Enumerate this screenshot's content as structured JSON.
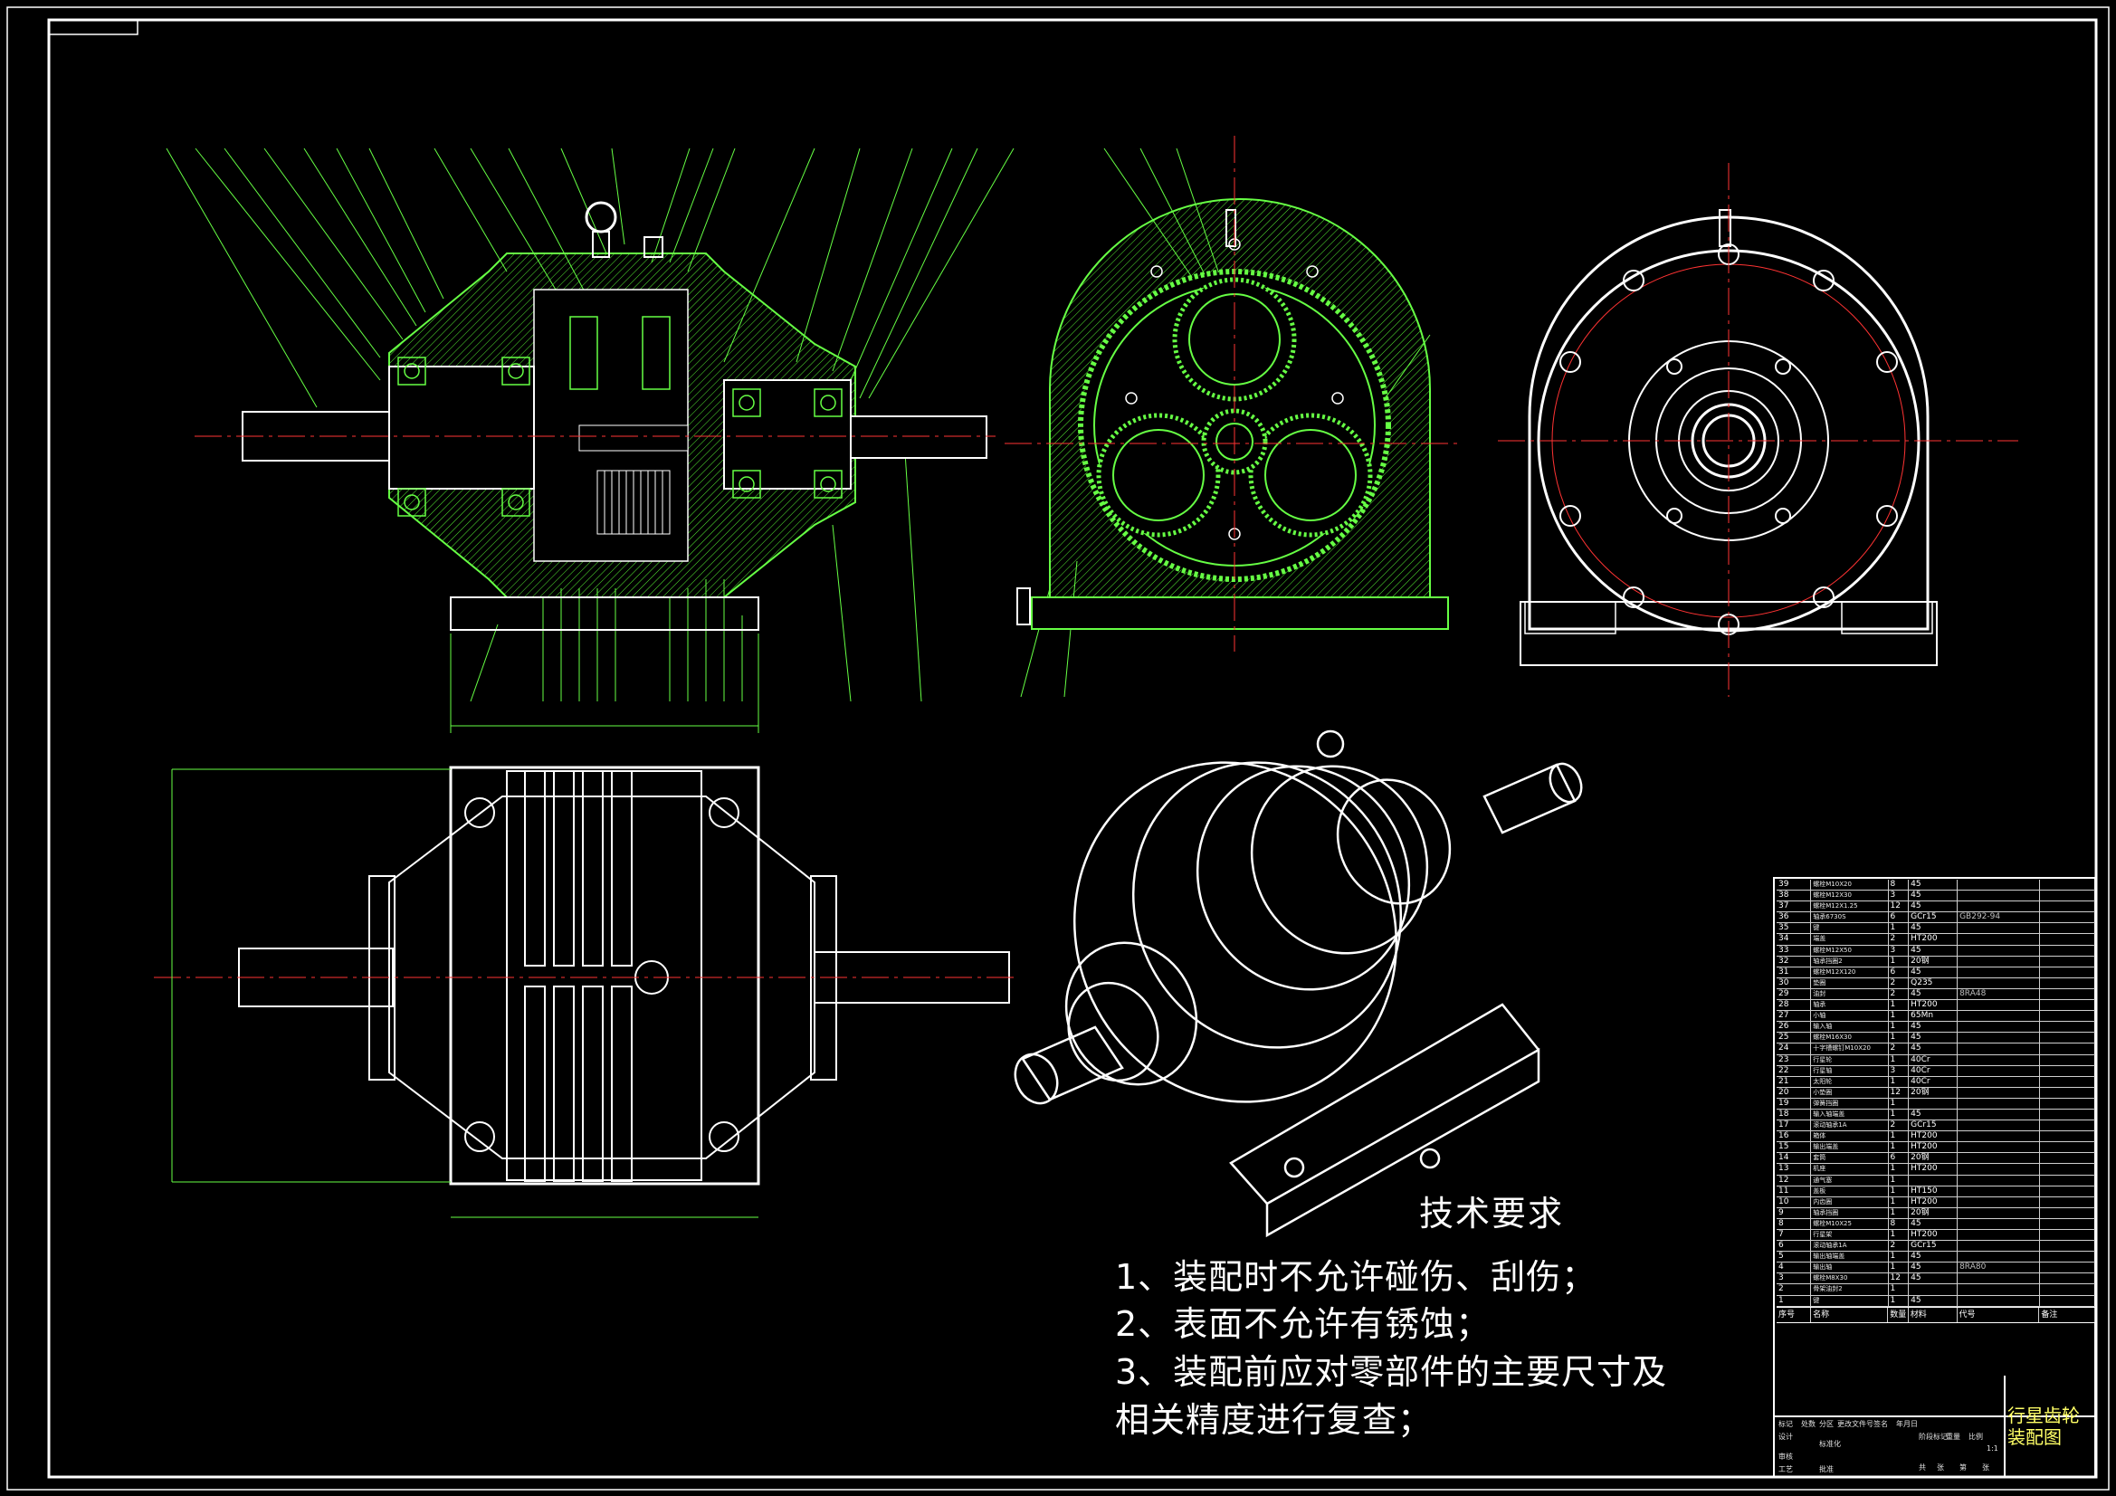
{
  "tech_requirements": {
    "title": "技术要求",
    "lines": [
      "1、装配时不允许碰伤、刮伤；",
      "2、表面不允许有锈蚀；",
      "3、装配前应对零部件的主要尺寸及",
      "相关精度进行复查；"
    ]
  },
  "bom": {
    "rows": [
      {
        "no": "39",
        "name": "螺栓M10X20",
        "qty": "8",
        "mat": "45",
        "code": ""
      },
      {
        "no": "38",
        "name": "螺栓M12X30",
        "qty": "3",
        "mat": "45",
        "code": ""
      },
      {
        "no": "37",
        "name": "螺栓M12X1.25",
        "qty": "12",
        "mat": "45",
        "code": ""
      },
      {
        "no": "36",
        "name": "轴承6730S",
        "qty": "6",
        "mat": "GCr15",
        "code": "GB292-94"
      },
      {
        "no": "35",
        "name": "键",
        "qty": "1",
        "mat": "45",
        "code": ""
      },
      {
        "no": "34",
        "name": "端盖",
        "qty": "2",
        "mat": "HT200",
        "code": ""
      },
      {
        "no": "33",
        "name": "螺栓M12X50",
        "qty": "3",
        "mat": "45",
        "code": ""
      },
      {
        "no": "32",
        "name": "轴承挡圈2",
        "qty": "1",
        "mat": "20钢",
        "code": ""
      },
      {
        "no": "31",
        "name": "螺栓M12X120",
        "qty": "6",
        "mat": "45",
        "code": ""
      },
      {
        "no": "30",
        "name": "垫圈",
        "qty": "2",
        "mat": "Q235",
        "code": ""
      },
      {
        "no": "29",
        "name": "油封",
        "qty": "2",
        "mat": "45",
        "code": "8RA48"
      },
      {
        "no": "28",
        "name": "轴承",
        "qty": "1",
        "mat": "HT200",
        "code": ""
      },
      {
        "no": "27",
        "name": "小轴",
        "qty": "1",
        "mat": "65Mn",
        "code": ""
      },
      {
        "no": "26",
        "name": "输入轴",
        "qty": "1",
        "mat": "45",
        "code": ""
      },
      {
        "no": "25",
        "name": "螺栓M16X30",
        "qty": "1",
        "mat": "45",
        "code": ""
      },
      {
        "no": "24",
        "name": "十字槽螺钉M10X20",
        "qty": "2",
        "mat": "45",
        "code": ""
      },
      {
        "no": "23",
        "name": "行星轮",
        "qty": "1",
        "mat": "40Cr",
        "code": ""
      },
      {
        "no": "22",
        "name": "行星轴",
        "qty": "3",
        "mat": "40Cr",
        "code": ""
      },
      {
        "no": "21",
        "name": "太阳轮",
        "qty": "1",
        "mat": "40Cr",
        "code": ""
      },
      {
        "no": "20",
        "name": "小垫圈",
        "qty": "12",
        "mat": "20钢",
        "code": ""
      },
      {
        "no": "19",
        "name": "弹簧挡圈",
        "qty": "1",
        "mat": "",
        "code": ""
      },
      {
        "no": "18",
        "name": "输入轴端盖",
        "qty": "1",
        "mat": "45",
        "code": ""
      },
      {
        "no": "17",
        "name": "滚动轴承1A",
        "qty": "2",
        "mat": "GCr15",
        "code": ""
      },
      {
        "no": "16",
        "name": "箱体",
        "qty": "1",
        "mat": "HT200",
        "code": ""
      },
      {
        "no": "15",
        "name": "输出端盖",
        "qty": "1",
        "mat": "HT200",
        "code": ""
      },
      {
        "no": "14",
        "name": "套筒",
        "qty": "6",
        "mat": "20钢",
        "code": ""
      },
      {
        "no": "13",
        "name": "机座",
        "qty": "1",
        "mat": "HT200",
        "code": ""
      },
      {
        "no": "12",
        "name": "通气塞",
        "qty": "1",
        "mat": "",
        "code": ""
      },
      {
        "no": "11",
        "name": "盖板",
        "qty": "1",
        "mat": "HT150",
        "code": ""
      },
      {
        "no": "10",
        "name": "内齿圈",
        "qty": "1",
        "mat": "HT200",
        "code": ""
      },
      {
        "no": "9",
        "name": "轴承挡圈",
        "qty": "1",
        "mat": "20钢",
        "code": ""
      },
      {
        "no": "8",
        "name": "螺栓M10X25",
        "qty": "8",
        "mat": "45",
        "code": ""
      },
      {
        "no": "7",
        "name": "行星架",
        "qty": "1",
        "mat": "HT200",
        "code": ""
      },
      {
        "no": "6",
        "name": "滚动轴承1A",
        "qty": "2",
        "mat": "GCr15",
        "code": ""
      },
      {
        "no": "5",
        "name": "输出轴端盖",
        "qty": "1",
        "mat": "45",
        "code": ""
      },
      {
        "no": "4",
        "name": "输出轴",
        "qty": "1",
        "mat": "45",
        "code": "8RA80"
      },
      {
        "no": "3",
        "name": "螺栓M8X30",
        "qty": "12",
        "mat": "45",
        "code": ""
      },
      {
        "no": "2",
        "name": "骨架油封2",
        "qty": "1",
        "mat": "",
        "code": ""
      },
      {
        "no": "1",
        "name": "键",
        "qty": "1",
        "mat": "45",
        "code": ""
      }
    ],
    "header": {
      "no": "序号",
      "name": "名称",
      "qty": "数量",
      "mat": "材料",
      "code": "代号",
      "rem": "备注"
    }
  },
  "title_block": {
    "drawing_name": "行星齿轮装配图",
    "labels": [
      "标记",
      "处数",
      "分区",
      "更改文件号",
      "签名",
      "年月日",
      "设计",
      "标准化",
      "审核",
      "工艺",
      "批准",
      "阶段标记",
      "重量",
      "比例",
      "共",
      "张",
      "第",
      "张"
    ],
    "scale": "1:1"
  },
  "colors": {
    "background": "#000000",
    "outline": "#ffffff",
    "detail": "#66ff44",
    "centerline": "#ff3333",
    "title_text": "#ffff66"
  }
}
